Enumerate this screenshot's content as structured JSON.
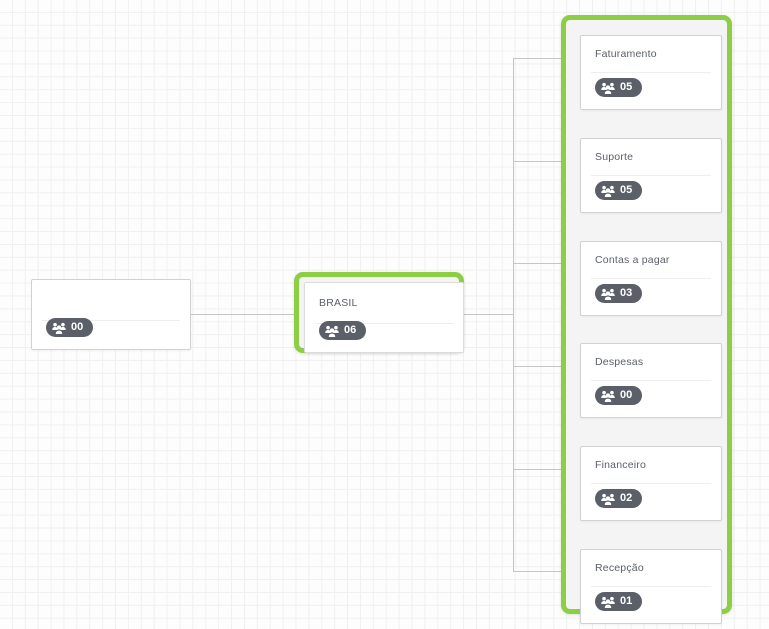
{
  "canvas": {
    "type": "org-chart",
    "grid": true,
    "background_color": "#fdfdfd",
    "grid_color": "#f0f0f0",
    "selection_color": "#8ccf45",
    "badge_color": "#5a5f68",
    "connector_color": "#c6c6c6"
  },
  "root": {
    "title": "",
    "badge": {
      "icon": "group-people-icon",
      "count": "00"
    },
    "selected": false
  },
  "brasil": {
    "title": "BRASIL",
    "badge": {
      "icon": "group-people-icon",
      "count": "06"
    },
    "selected": true
  },
  "departments": [
    {
      "title": "Faturamento",
      "badge": {
        "icon": "group-people-icon",
        "count": "05"
      }
    },
    {
      "title": "Suporte",
      "badge": {
        "icon": "group-people-icon",
        "count": "05"
      }
    },
    {
      "title": "Contas a pagar",
      "badge": {
        "icon": "group-people-icon",
        "count": "03"
      }
    },
    {
      "title": "Despesas",
      "badge": {
        "icon": "group-people-icon",
        "count": "00"
      }
    },
    {
      "title": "Financeiro",
      "badge": {
        "icon": "group-people-icon",
        "count": "02"
      }
    },
    {
      "title": "Recepção",
      "badge": {
        "icon": "group-people-icon",
        "count": "01"
      }
    }
  ],
  "departments_group": {
    "selected": true
  }
}
